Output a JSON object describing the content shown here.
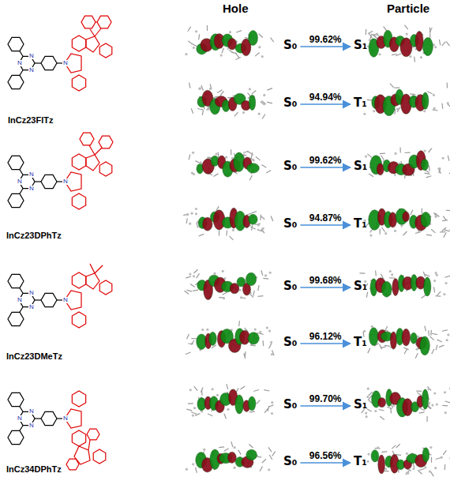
{
  "diagram": {
    "nodes": [
      {
        "text": [
          "S₀"
        ]
      },
      {
        "text": [
          "S₁"
        ]
      },
      {
        "text": [
          "S₀"
        ]
      },
      {
        "text": [
          "T₁"
        ]
      },
      {
        "text": [
          "S₀"
        ]
      },
      {
        "text": [
          "S₁"
        ]
      },
      {
        "text": [
          "S₀"
        ]
      },
      {
        "text": [
          "T₁"
        ]
      },
      {
        "text": [
          "S₀"
        ]
      },
      {
        "text": [
          "S₁"
        ]
      },
      {
        "text": [
          "S₀"
        ]
      },
      {
        "text": [
          "T₁"
        ]
      },
      {
        "text": [
          "S₀"
        ]
      },
      {
        "text": [
          "S₁"
        ]
      },
      {
        "text": [
          "S₀"
        ]
      },
      {
        "text": [
          "T₁"
        ]
      }
    ],
    "edges": [
      {
        "from": 0,
        "to": 1,
        "arrow": "to",
        "label": "99.62%"
      },
      {
        "from": 2,
        "to": 3,
        "arrow": "to",
        "label": "94.94%"
      },
      {
        "from": 4,
        "to": 5,
        "arrow": "to",
        "label": "99.62%"
      },
      {
        "from": 6,
        "to": 7,
        "arrow": "to",
        "label": "94.87%"
      },
      {
        "from": 8,
        "to": 9,
        "arrow": "to",
        "label": "99.68%"
      },
      {
        "from": 10,
        "to": 11,
        "arrow": "to",
        "label": "96.12%"
      },
      {
        "from": 12,
        "to": 13,
        "arrow": "to",
        "label": "99.70%"
      },
      {
        "from": 14,
        "to": 15,
        "arrow": "to",
        "label": "96.56%"
      }
    ],
    "labels": [
      "Hole",
      "Particle",
      "InCz23FlTz",
      "InCz23DPhTz",
      "InCz23DMeTz",
      "InCz34DPhTz",
      "N",
      "N",
      "N",
      "N",
      "N",
      "N",
      "N",
      "N",
      "N",
      "N",
      "N",
      "N",
      "N",
      "N",
      "N",
      "N"
    ]
  }
}
